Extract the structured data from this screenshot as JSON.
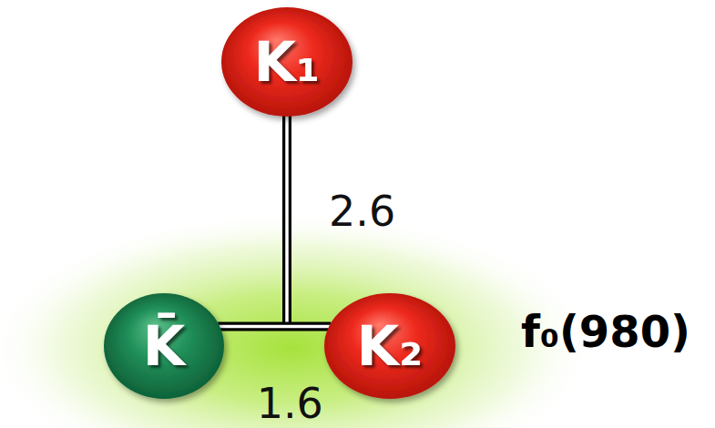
{
  "diagram": {
    "nodes": [
      {
        "text": [
          "K₁"
        ]
      },
      {
        "text": [
          "f₀(980)"
        ]
      },
      {
        "text": [
          "K̄"
        ],
        "in": 1
      },
      {
        "text": [
          "K₂"
        ],
        "in": 1
      }
    ],
    "edges": [
      {
        "from": 0,
        "to": 1,
        "arrow": "none",
        "label": "2.6"
      },
      {
        "from": 2,
        "to": 3,
        "arrow": "none",
        "label": "1.6"
      }
    ]
  }
}
